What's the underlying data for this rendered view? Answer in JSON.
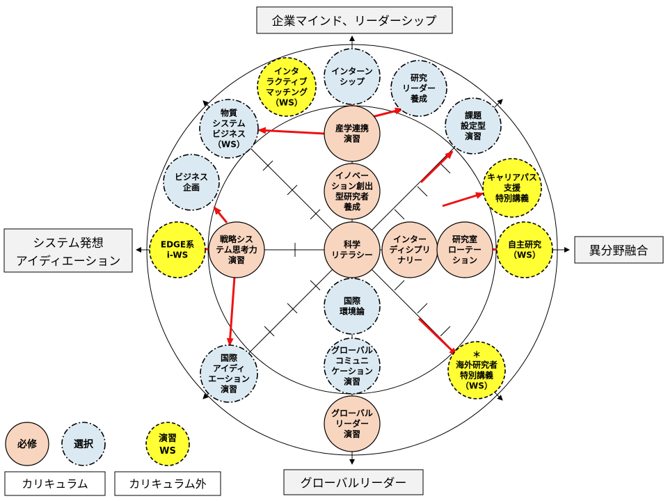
{
  "axes": {
    "top": "企業マインド、リーダーシップ",
    "left_line1": "システム発想",
    "left_line2": "アイディエーション",
    "right": "異分野融合",
    "bottom": "グローバルリーダー"
  },
  "nodes": [
    {
      "id": "n-kagaku",
      "kind": "required",
      "lines": [
        "科学",
        "リテラシー"
      ]
    },
    {
      "id": "n-innovation",
      "kind": "required",
      "lines": [
        "イノベー",
        "ション創出",
        "型研究者",
        "養成"
      ]
    },
    {
      "id": "n-sangaku",
      "kind": "required",
      "lines": [
        "産学連携",
        "演習"
      ]
    },
    {
      "id": "n-interdisc",
      "kind": "required",
      "lines": [
        "インター",
        "ディシプリ",
        "ナリー"
      ]
    },
    {
      "id": "n-lab-rotation",
      "kind": "required",
      "lines": [
        "研究室",
        "ローテー",
        "ション"
      ]
    },
    {
      "id": "n-senryaku",
      "kind": "required",
      "lines": [
        "戦略シス",
        "テム思考力",
        "演習"
      ]
    },
    {
      "id": "n-global-leader",
      "kind": "required",
      "lines": [
        "グローバル",
        "リーダー",
        "演習"
      ]
    },
    {
      "id": "n-kokusai-kankyo",
      "kind": "elective",
      "lines": [
        "国際",
        "環境論"
      ]
    },
    {
      "id": "n-global-comm",
      "kind": "elective",
      "lines": [
        "グローバル",
        "コミュニ",
        "ケーション",
        "演習"
      ]
    },
    {
      "id": "n-internship",
      "kind": "elective",
      "lines": [
        "インターン",
        "シップ"
      ]
    },
    {
      "id": "n-research-leader",
      "kind": "elective",
      "lines": [
        "研究",
        "リーダー",
        "養成"
      ]
    },
    {
      "id": "n-busshitsu",
      "kind": "elective",
      "lines": [
        "物質",
        "システム",
        "ビジネス",
        "（WS）"
      ]
    },
    {
      "id": "n-business-kikaku",
      "kind": "elective",
      "lines": [
        "ビジネス",
        "企画"
      ]
    },
    {
      "id": "n-kadai",
      "kind": "elective",
      "lines": [
        "課題",
        "設定型",
        "演習"
      ]
    },
    {
      "id": "n-kokusai-idea",
      "kind": "elective",
      "lines": [
        "国際",
        "アイディ",
        "エーション",
        "演習"
      ]
    },
    {
      "id": "n-interactive",
      "kind": "ws",
      "lines": [
        "インタ",
        "ラクティブ",
        "マッチング",
        "（WS）"
      ]
    },
    {
      "id": "n-career",
      "kind": "ws",
      "lines": [
        "キャリアパス",
        "支援",
        "特別講義"
      ]
    },
    {
      "id": "n-jishu",
      "kind": "ws",
      "lines": [
        "自主研究",
        "（WS）"
      ]
    },
    {
      "id": "n-edge",
      "kind": "ws",
      "lines": [
        "EDGE系",
        "i-WS"
      ]
    },
    {
      "id": "n-kaigai",
      "kind": "ws",
      "lines": [
        "＊",
        "海外研究者",
        "特別講義",
        "（WS）"
      ]
    }
  ],
  "legend": {
    "required": "必修",
    "elective": "選択",
    "ws_line1": "演習",
    "ws_line2": "WS",
    "curriculum": "カリキュラム",
    "extra_curriculum": "カリキュラム外"
  },
  "colors": {
    "required": "#f8d5bf",
    "elective": "#dbeaf2",
    "ws": "#ffff33",
    "arrow": "#ee1111"
  }
}
